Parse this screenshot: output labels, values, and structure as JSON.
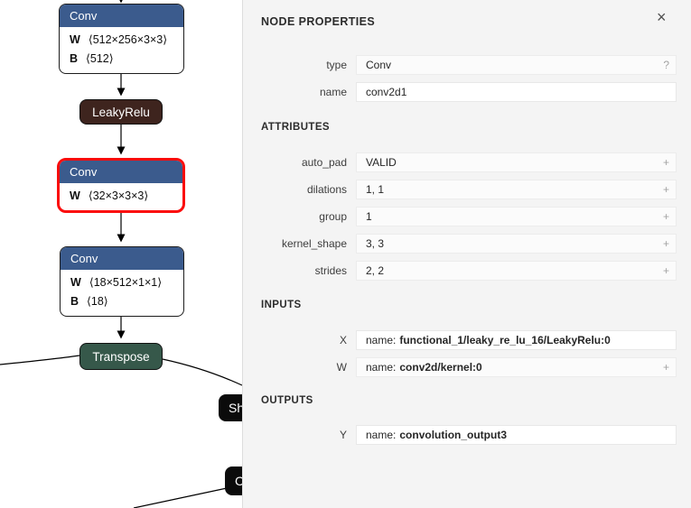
{
  "graph": {
    "nodes": {
      "conv1": {
        "type": "Conv",
        "params": [
          {
            "key": "W",
            "shape": "⟨512×256×3×3⟩"
          },
          {
            "key": "B",
            "shape": "⟨512⟩"
          }
        ]
      },
      "leakyrelu": {
        "label": "LeakyRelu"
      },
      "conv2": {
        "type": "Conv",
        "params": [
          {
            "key": "W",
            "shape": "⟨32×3×3×3⟩"
          }
        ]
      },
      "conv3": {
        "type": "Conv",
        "params": [
          {
            "key": "W",
            "shape": "⟨18×512×1×1⟩"
          },
          {
            "key": "B",
            "shape": "⟨18⟩"
          }
        ]
      },
      "transpose": {
        "label": "Transpose"
      },
      "shape_partial": {
        "label": "Sh"
      },
      "concat_partial": {
        "label": "C"
      }
    },
    "colors": {
      "layer_header": "#3b5b8d",
      "activation": "#3e241e",
      "transform": "#36584a",
      "constant": "#0b0b0b",
      "selection_border": "#fb0d0d",
      "edge": "#000000"
    }
  },
  "panel": {
    "title": "NODE PROPERTIES",
    "close_icon": "×",
    "type_row": {
      "label": "type",
      "value": "Conv",
      "help": "?"
    },
    "name_row": {
      "label": "name",
      "value": "conv2d1"
    },
    "attributes_title": "ATTRIBUTES",
    "attributes": [
      {
        "label": "auto_pad",
        "value": "VALID",
        "add": "+"
      },
      {
        "label": "dilations",
        "value": "1, 1",
        "add": "+"
      },
      {
        "label": "group",
        "value": "1",
        "add": "+"
      },
      {
        "label": "kernel_shape",
        "value": "3, 3",
        "add": "+"
      },
      {
        "label": "strides",
        "value": "2, 2",
        "add": "+"
      }
    ],
    "inputs_title": "INPUTS",
    "inputs": [
      {
        "label": "X",
        "prefix": "name:",
        "value": "functional_1/leaky_re_lu_16/LeakyRelu:0",
        "add": ""
      },
      {
        "label": "W",
        "prefix": "name:",
        "value": "conv2d/kernel:0",
        "add": "+"
      }
    ],
    "outputs_title": "OUTPUTS",
    "outputs": [
      {
        "label": "Y",
        "prefix": "name:",
        "value": "convolution_output3"
      }
    ],
    "colors": {
      "panel_bg": "#f4f4f4",
      "input_bg": "#fbfbfb",
      "input_white": "#ffffff"
    }
  }
}
